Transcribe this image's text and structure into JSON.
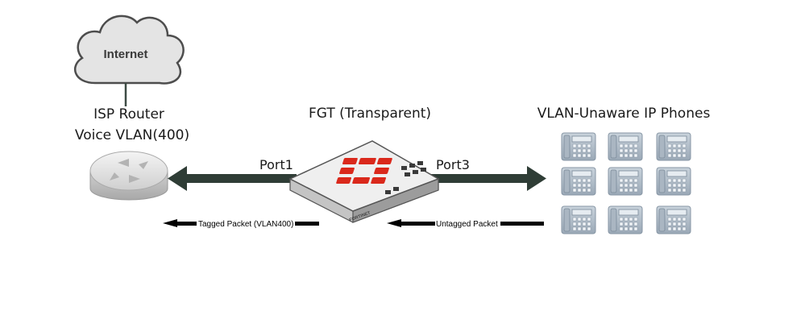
{
  "cloud": {
    "label": "Internet"
  },
  "router": {
    "title_line1": "ISP Router",
    "title_line2": "Voice VLAN(400)"
  },
  "firewall": {
    "title": "FGT (Transparent)",
    "port_left": "Port1",
    "port_right": "Port3",
    "brand": "FORTINET"
  },
  "phones": {
    "title": "VLAN-Unaware IP Phones"
  },
  "packets": {
    "tagged": "Tagged Packet (VLAN400)",
    "untagged": "Untagged Packet"
  },
  "colors": {
    "link": "#2f3d36",
    "fortinet_red": "#da291c",
    "cloud_fill": "#e3e3e3",
    "cloud_stroke": "#4d4d4d"
  }
}
